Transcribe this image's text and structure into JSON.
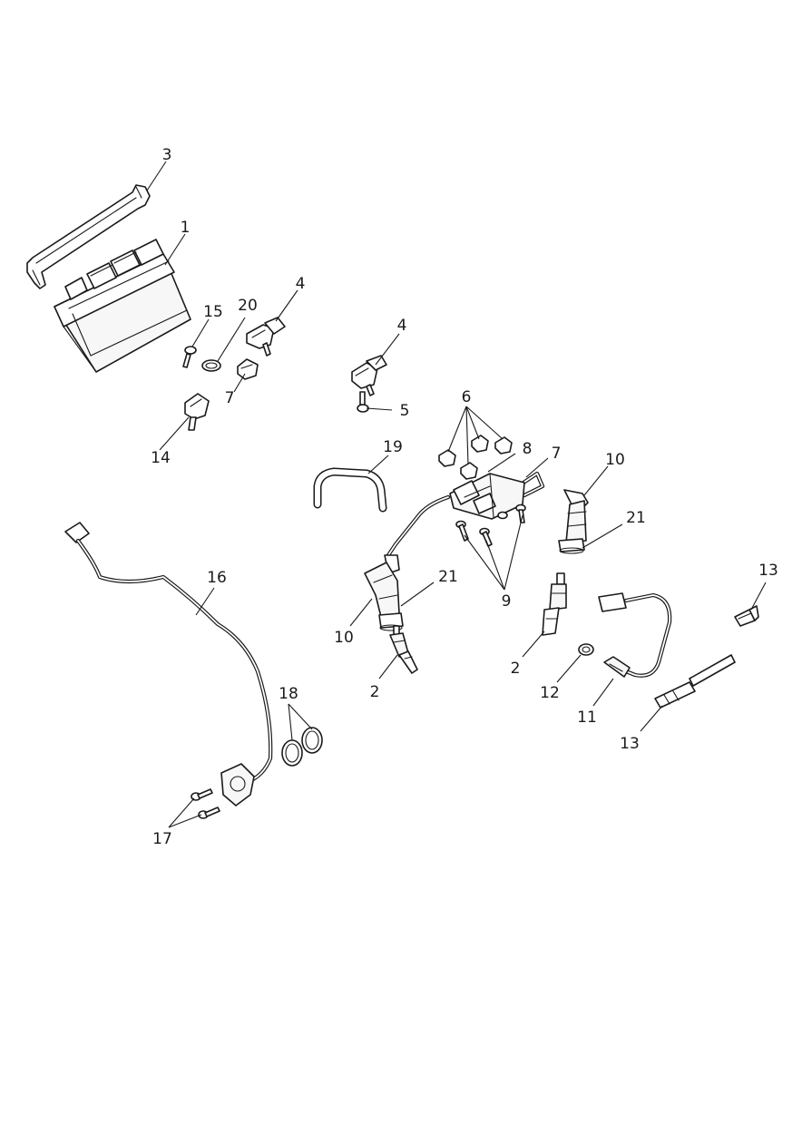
{
  "diagram": {
    "callouts": [
      {
        "id": "c3",
        "text": "3"
      },
      {
        "id": "c1",
        "text": "1"
      },
      {
        "id": "c4a",
        "text": "4"
      },
      {
        "id": "c20",
        "text": "20"
      },
      {
        "id": "c15",
        "text": "15"
      },
      {
        "id": "c7a",
        "text": "7"
      },
      {
        "id": "c14",
        "text": "14"
      },
      {
        "id": "c4b",
        "text": "4"
      },
      {
        "id": "c5",
        "text": "5"
      },
      {
        "id": "c6",
        "text": "6"
      },
      {
        "id": "c19",
        "text": "19"
      },
      {
        "id": "c8",
        "text": "8"
      },
      {
        "id": "c7b",
        "text": "7"
      },
      {
        "id": "c10a",
        "text": "10"
      },
      {
        "id": "c21a",
        "text": "21"
      },
      {
        "id": "c16",
        "text": "16"
      },
      {
        "id": "c21b",
        "text": "21"
      },
      {
        "id": "c9",
        "text": "9"
      },
      {
        "id": "c13a",
        "text": "13"
      },
      {
        "id": "c10b",
        "text": "10"
      },
      {
        "id": "c2a",
        "text": "2"
      },
      {
        "id": "c2b",
        "text": "2"
      },
      {
        "id": "c12",
        "text": "12"
      },
      {
        "id": "c18",
        "text": "18"
      },
      {
        "id": "c11",
        "text": "11"
      },
      {
        "id": "c13b",
        "text": "13"
      },
      {
        "id": "c17",
        "text": "17"
      }
    ]
  }
}
